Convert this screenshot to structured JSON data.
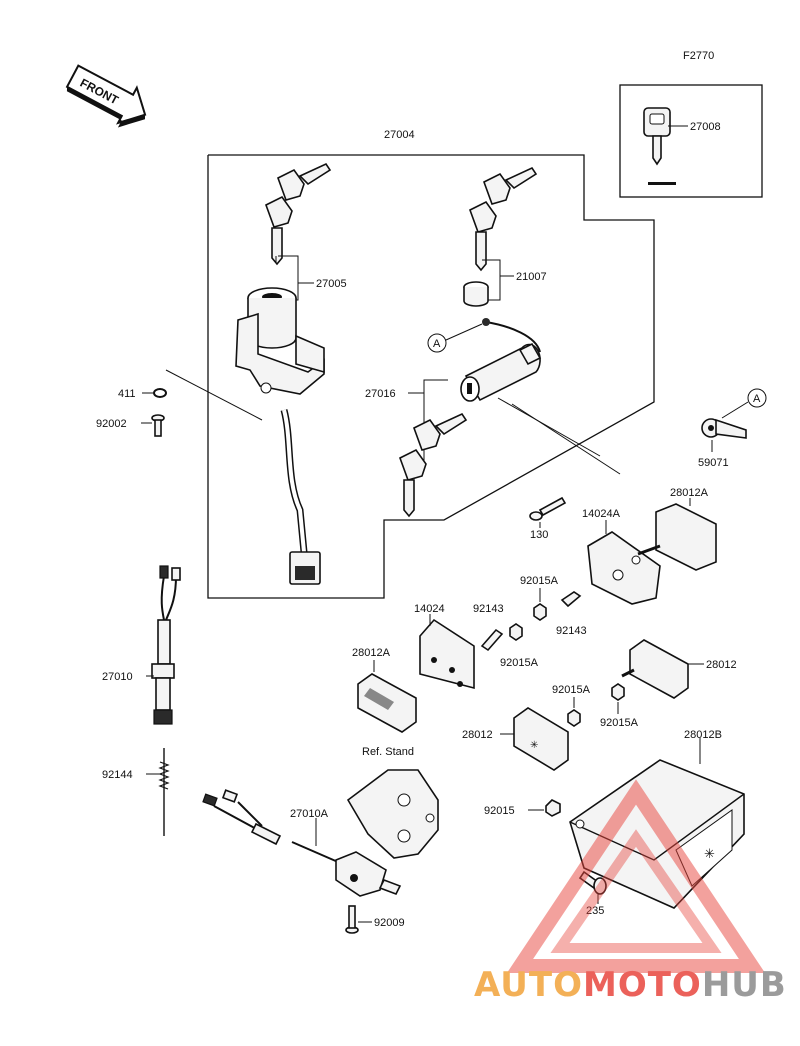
{
  "diagram": {
    "code": "F2770",
    "front_label": "FRONT",
    "ref_stand_label": "Ref. Stand",
    "callout_letter": "A",
    "parts": {
      "p27004": "27004",
      "p27005": "27005",
      "p21007": "21007",
      "p27016": "27016",
      "p27008": "27008",
      "p411": "411",
      "p92002": "92002",
      "p59071": "59071",
      "p130": "130",
      "p14024A": "14024A",
      "p28012A_top": "28012A",
      "p92015A_1": "92015A",
      "p92143_1": "92143",
      "p92143_2": "92143",
      "p14024": "14024",
      "p92015A_2": "92015A",
      "p28012A_left": "28012A",
      "p28012_right": "28012",
      "p92015A_3": "92015A",
      "p92015A_4": "92015A",
      "p28012_mid": "28012",
      "p28012B": "28012B",
      "p27010": "27010",
      "p92144": "92144",
      "p27010A": "27010A",
      "p92015": "92015",
      "p92009": "92009",
      "p235": "235"
    }
  },
  "watermark": {
    "part1": "AUTO",
    "part2": "MOTO",
    "part3": "HUB",
    "color_orange": "#f2a33a",
    "color_red": "#e8463e",
    "color_grey": "#8a8a8a"
  }
}
